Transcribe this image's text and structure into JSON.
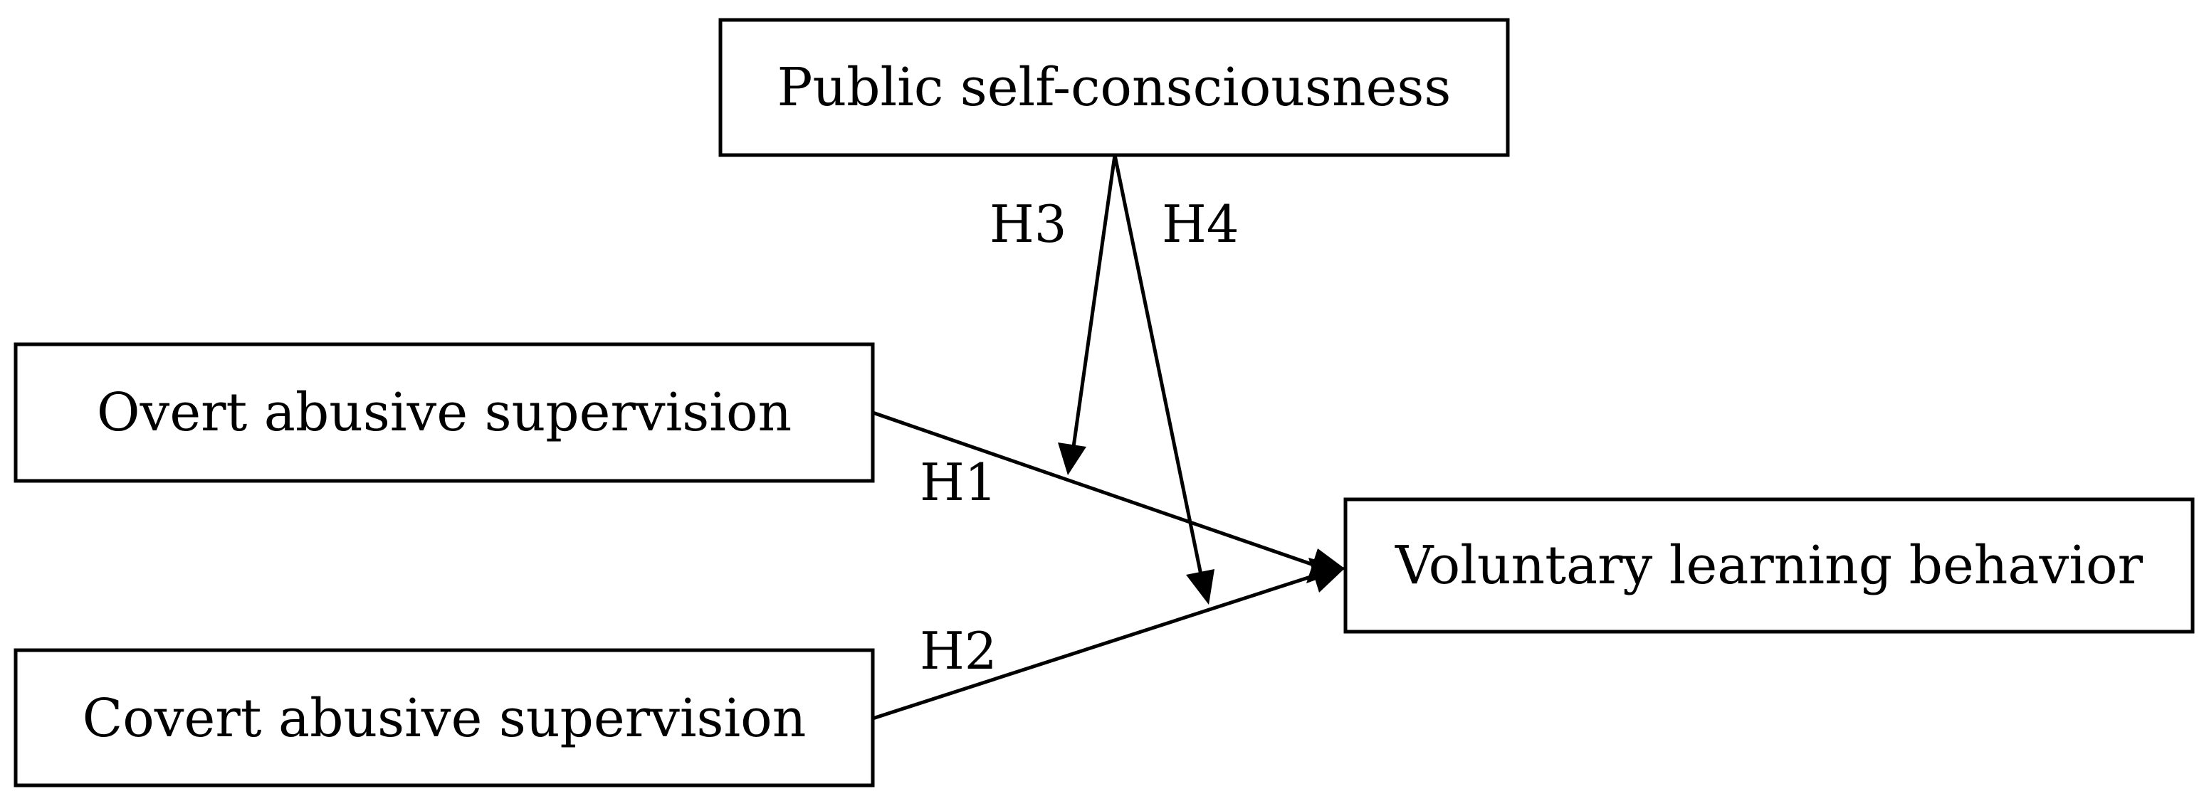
{
  "nodes": {
    "moderator": {
      "label": "Public self-consciousness"
    },
    "overt": {
      "label": "Overt abusive supervision"
    },
    "covert": {
      "label": "Covert abusive supervision"
    },
    "outcome": {
      "label": "Voluntary learning behavior"
    }
  },
  "edges": {
    "h1": {
      "label": "H1",
      "from": "overt",
      "to": "outcome"
    },
    "h2": {
      "label": "H2",
      "from": "covert",
      "to": "outcome"
    },
    "h3": {
      "label": "H3",
      "from": "moderator",
      "to": "h1"
    },
    "h4": {
      "label": "H4",
      "from": "moderator",
      "to": "h2"
    }
  },
  "colors": {
    "stroke": "#000000",
    "background": "#ffffff"
  }
}
